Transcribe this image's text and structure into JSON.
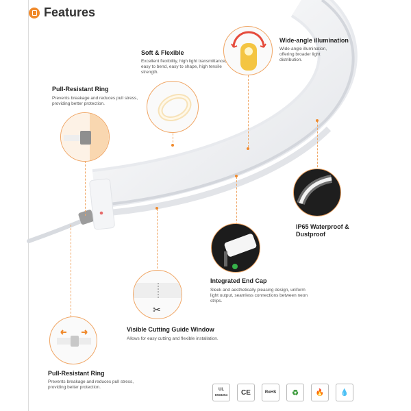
{
  "header": {
    "title": "Features"
  },
  "features": {
    "soft_flexible": {
      "title": "Soft & Flexible",
      "desc": "Excellent flexibility, high light transmittance, easy to bend, easy to shape, high tensile strength."
    },
    "wide_angle": {
      "title": "Wide-angle illumination",
      "desc": "Wide-angle illumination, offering broader light distribution."
    },
    "pull_ring_top": {
      "title": "Pull-Resistant Ring",
      "desc": "Prevents breakage and reduces pull stress, providing better protection."
    },
    "ip65": {
      "title": "IP65 Waterproof & Dustproof"
    },
    "end_cap": {
      "title": "Integrated End Cap",
      "desc": "Sleek and aesthetically pleasing design, uniform light output, seamless connections between neon strips."
    },
    "cutting_window": {
      "title": "Visible Cutting Guide Window",
      "desc": "Allows for easy cutting and flexible installation."
    },
    "pull_ring_bottom": {
      "title": "Pull-Resistant Ring",
      "desc": "Prevents breakage and reduces pull stress, providing better protection."
    }
  },
  "certifications": {
    "ul": "UL",
    "ul_sub": "E503254",
    "ce": "CE",
    "rohs": "RoHS",
    "recycle": "♻",
    "fire": "🔥",
    "water": "💧"
  },
  "colors": {
    "accent": "#f08a2c",
    "border": "#f0a665"
  }
}
